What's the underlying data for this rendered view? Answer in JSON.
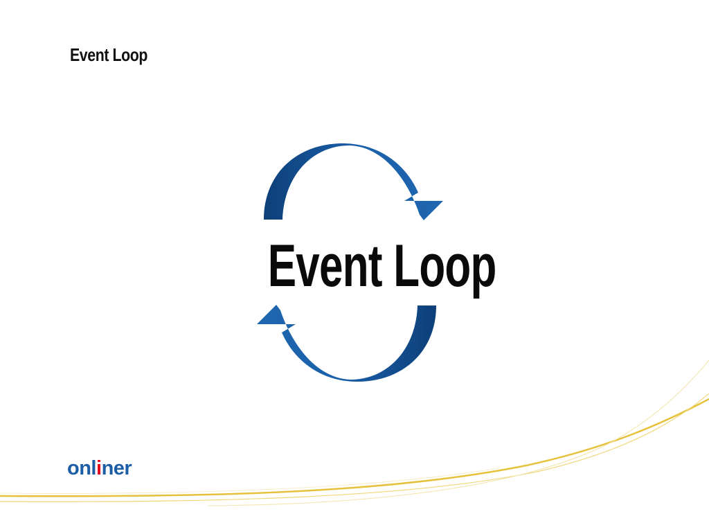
{
  "slide": {
    "title": "Event Loop",
    "center_label": "Event Loop"
  },
  "logo": {
    "text": "onliner",
    "segments": [
      "onl",
      "i",
      "ner"
    ],
    "colors": {
      "main": "#1c5ea6",
      "accent": "#e3001b"
    }
  },
  "colors": {
    "arrow_blue": "#1f5ea4",
    "arrow_blue_dark": "#0d3f78",
    "swoosh_yellow": "#e8c84a",
    "swoosh_light": "#f2e3a0"
  },
  "icons": {
    "cycle": "circular-arrows-icon"
  }
}
